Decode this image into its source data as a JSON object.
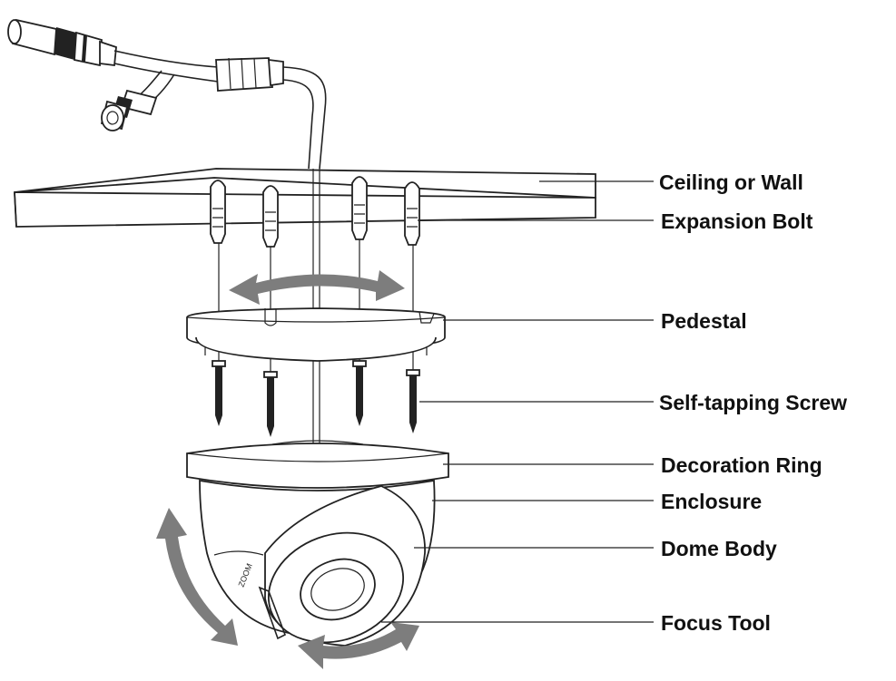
{
  "labels": {
    "ceiling": "Ceiling or Wall",
    "bolt": "Expansion Bolt",
    "pedestal": "Pedestal",
    "screw": "Self-tapping Screw",
    "ring": "Decoration Ring",
    "enclosure": "Enclosure",
    "dome": "Dome Body",
    "focus": "Focus Tool"
  },
  "lens_marking": "ZOOM",
  "colors": {
    "line": "#222222",
    "arrow": "#7d7d7d",
    "text": "#111111"
  }
}
